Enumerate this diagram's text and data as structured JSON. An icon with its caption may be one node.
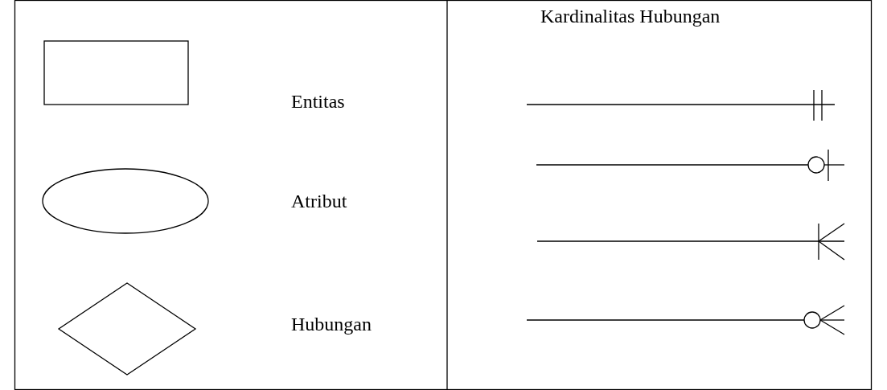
{
  "diagram": {
    "labels": [
      "Kardinalitas Hubungan"
    ],
    "legend": [
      {
        "text": "Entitas"
      },
      {
        "text": "Atribut"
      },
      {
        "text": "Hubungan"
      }
    ]
  }
}
